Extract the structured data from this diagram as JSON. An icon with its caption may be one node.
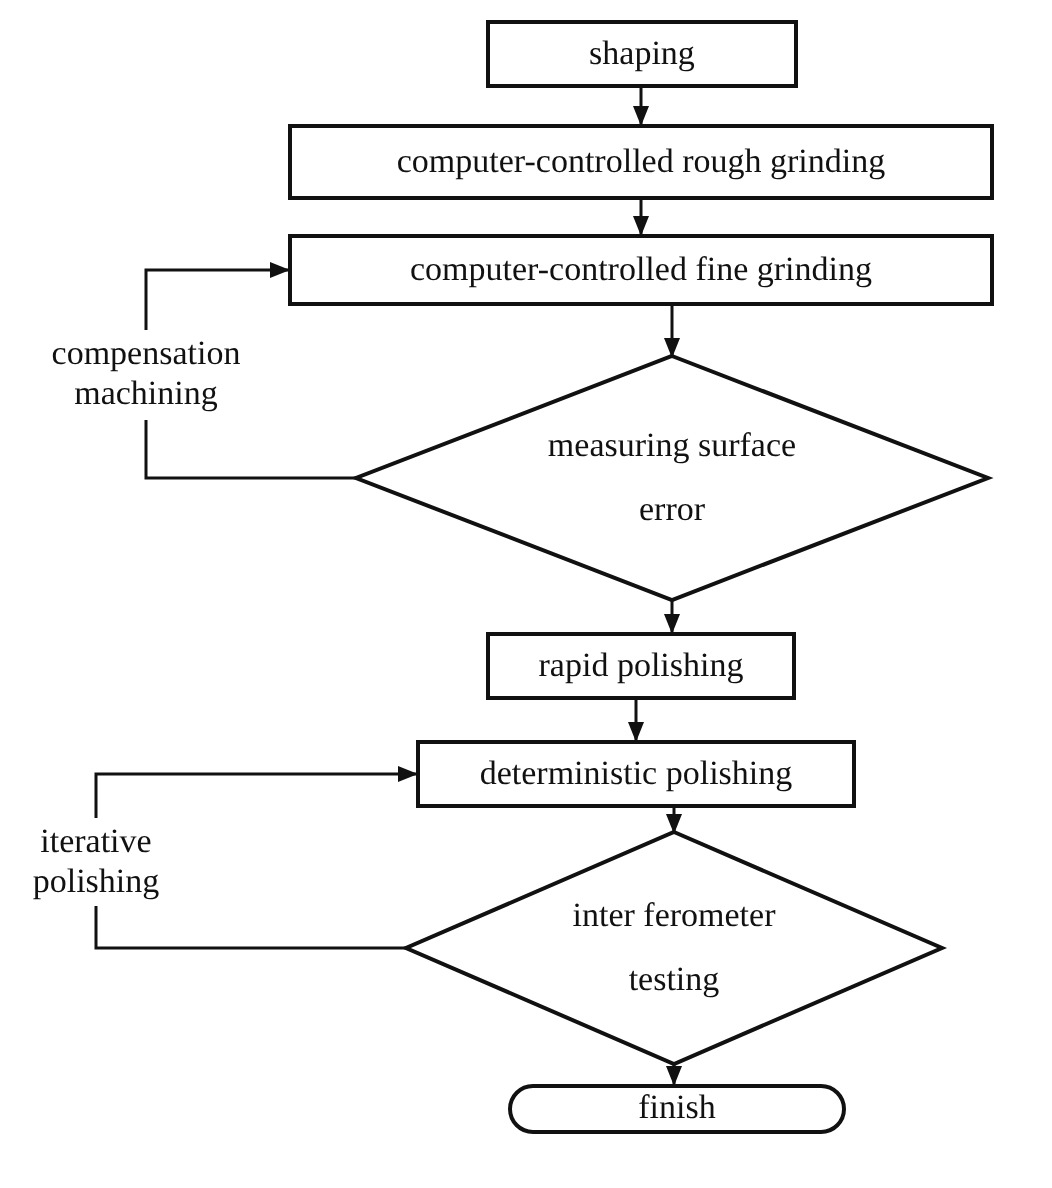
{
  "diagram": {
    "nodes": [
      {
        "text": [
          "shaping"
        ]
      },
      {
        "text": [
          "computer-controlled rough grinding"
        ]
      },
      {
        "text": [
          "computer-controlled fine grinding"
        ]
      },
      {
        "text": [
          "measuring surface error"
        ]
      },
      {
        "text": [
          "rapid polishing"
        ]
      },
      {
        "text": [
          "deterministic polishing"
        ]
      },
      {
        "text": [
          "inter ferometer testing"
        ]
      },
      {
        "text": [
          "finish"
        ]
      }
    ],
    "edges": [
      {
        "from": 0,
        "to": 1,
        "arrow": "to"
      },
      {
        "from": 1,
        "to": 2,
        "arrow": "to"
      },
      {
        "from": 2,
        "to": 3,
        "arrow": "to"
      },
      {
        "from": 3,
        "to": 2,
        "arrow": "to",
        "label": "compensation machining"
      },
      {
        "from": 3,
        "to": 4,
        "arrow": "to"
      },
      {
        "from": 4,
        "to": 5,
        "arrow": "to"
      },
      {
        "from": 5,
        "to": 6,
        "arrow": "to"
      },
      {
        "from": 6,
        "to": 5,
        "arrow": "to",
        "label": "iterative polishing"
      },
      {
        "from": 6,
        "to": 7,
        "arrow": "to"
      }
    ]
  }
}
